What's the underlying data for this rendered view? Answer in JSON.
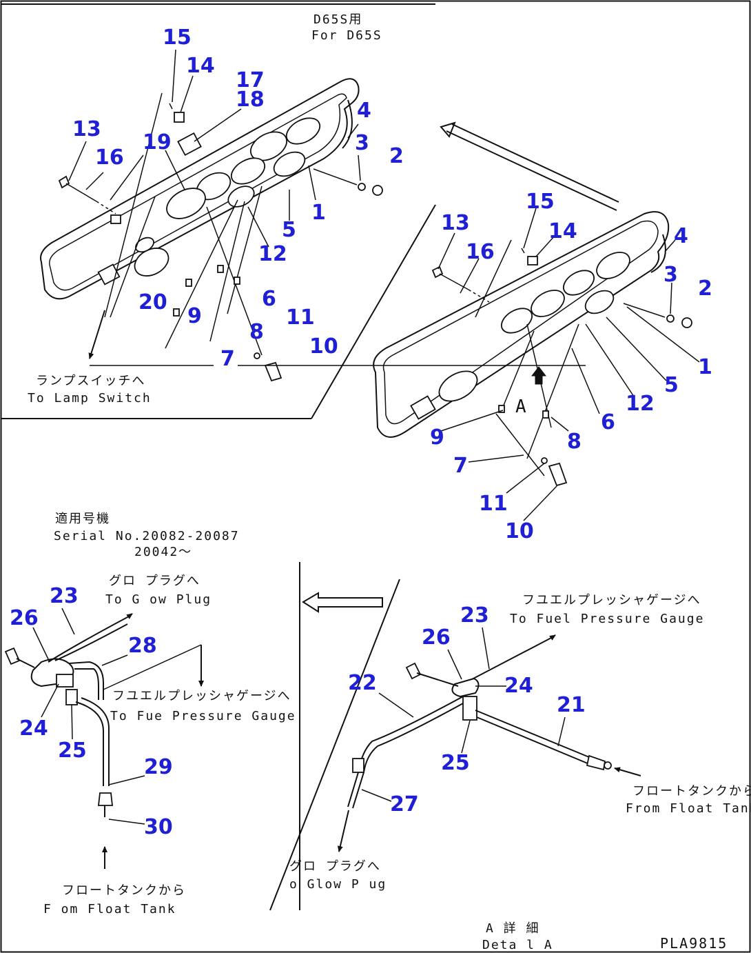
{
  "title_jp": "D65S用",
  "title_en": "For D65S",
  "serial_label_jp": "適用号機",
  "serial_line1": "Serial No.20082-20087",
  "serial_line2": "20042～",
  "detail_label_jp": "A 詳 細",
  "detail_label_en": "Deta l A",
  "drawing_code": "PLA9815",
  "marker_a": "A",
  "notes": {
    "lamp_switch_jp": "ランプスイッチへ",
    "lamp_switch_en": "To Lamp Switch",
    "glow_plug_top_jp": "グロ プラグへ",
    "glow_plug_top_en": "To G ow Plug",
    "fuel_gauge_left_jp": "フユエルプレッシャゲージへ",
    "fuel_gauge_left_en": "To Fue  Pressure Gauge",
    "float_tank_left_jp": "フロートタンクから",
    "float_tank_left_en": "F om Float Tank",
    "fuel_gauge_right_jp": "フユエルプレッシャゲージへ",
    "fuel_gauge_right_en": "To Fuel Pressure Gauge",
    "float_tank_right_jp": "フロートタンクから",
    "float_tank_right_en": "From Float Tank",
    "glow_plug_bottom_jp": "グロ プラグへ",
    "glow_plug_bottom_en": "o Glow P ug"
  },
  "callouts": {
    "tl_15": "15",
    "tl_14": "14",
    "tl_17": "17",
    "tl_18": "18",
    "tl_4": "4",
    "tl_13": "13",
    "tl_19": "19",
    "tl_16": "16",
    "tl_3": "3",
    "tl_2": "2",
    "tl_1": "1",
    "tl_5": "5",
    "tl_12": "12",
    "tl_6": "6",
    "tl_20": "20",
    "tl_9": "9",
    "tl_8": "8",
    "tl_11": "11",
    "tl_7": "7",
    "tl_10": "10",
    "tr_15": "15",
    "tr_13": "13",
    "tr_14": "14",
    "tr_16": "16",
    "tr_4": "4",
    "tr_3": "3",
    "tr_2": "2",
    "tr_1": "1",
    "tr_5": "5",
    "tr_12": "12",
    "tr_6": "6",
    "tr_9": "9",
    "tr_8": "8",
    "tr_7": "7",
    "tr_11": "11",
    "tr_10": "10",
    "bl_23": "23",
    "bl_26": "26",
    "bl_28": "28",
    "bl_24": "24",
    "bl_25": "25",
    "bl_29": "29",
    "bl_30": "30",
    "br_23": "23",
    "br_26": "26",
    "br_24": "24",
    "br_22": "22",
    "br_21": "21",
    "br_25": "25",
    "br_27": "27"
  }
}
